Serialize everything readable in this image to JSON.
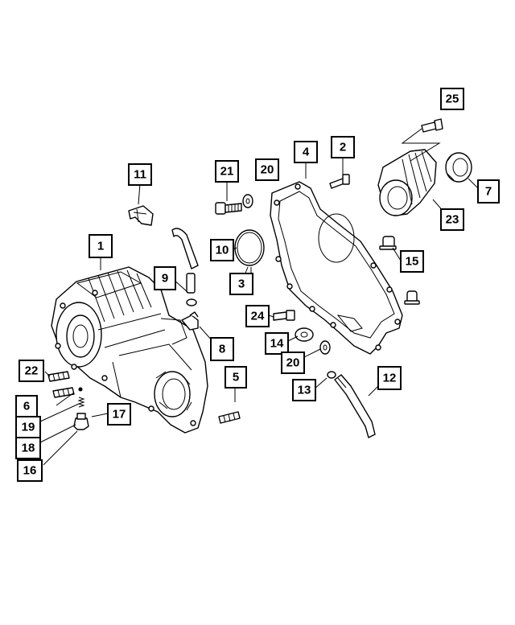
{
  "callouts": [
    {
      "id": "1",
      "label": "1"
    },
    {
      "id": "2",
      "label": "2"
    },
    {
      "id": "3",
      "label": "3"
    },
    {
      "id": "4",
      "label": "4"
    },
    {
      "id": "5",
      "label": "5"
    },
    {
      "id": "6",
      "label": "6"
    },
    {
      "id": "7",
      "label": "7"
    },
    {
      "id": "8",
      "label": "8"
    },
    {
      "id": "9",
      "label": "9"
    },
    {
      "id": "10",
      "label": "10"
    },
    {
      "id": "11",
      "label": "11"
    },
    {
      "id": "12",
      "label": "12"
    },
    {
      "id": "13",
      "label": "13"
    },
    {
      "id": "14",
      "label": "14"
    },
    {
      "id": "15",
      "label": "15"
    },
    {
      "id": "16",
      "label": "16"
    },
    {
      "id": "17",
      "label": "17"
    },
    {
      "id": "18",
      "label": "18"
    },
    {
      "id": "19",
      "label": "19"
    },
    {
      "id": "20a",
      "label": "20"
    },
    {
      "id": "20b",
      "label": "20"
    },
    {
      "id": "21",
      "label": "21"
    },
    {
      "id": "22",
      "label": "22"
    },
    {
      "id": "23",
      "label": "23"
    },
    {
      "id": "24",
      "label": "24"
    },
    {
      "id": "25",
      "label": "25"
    }
  ]
}
